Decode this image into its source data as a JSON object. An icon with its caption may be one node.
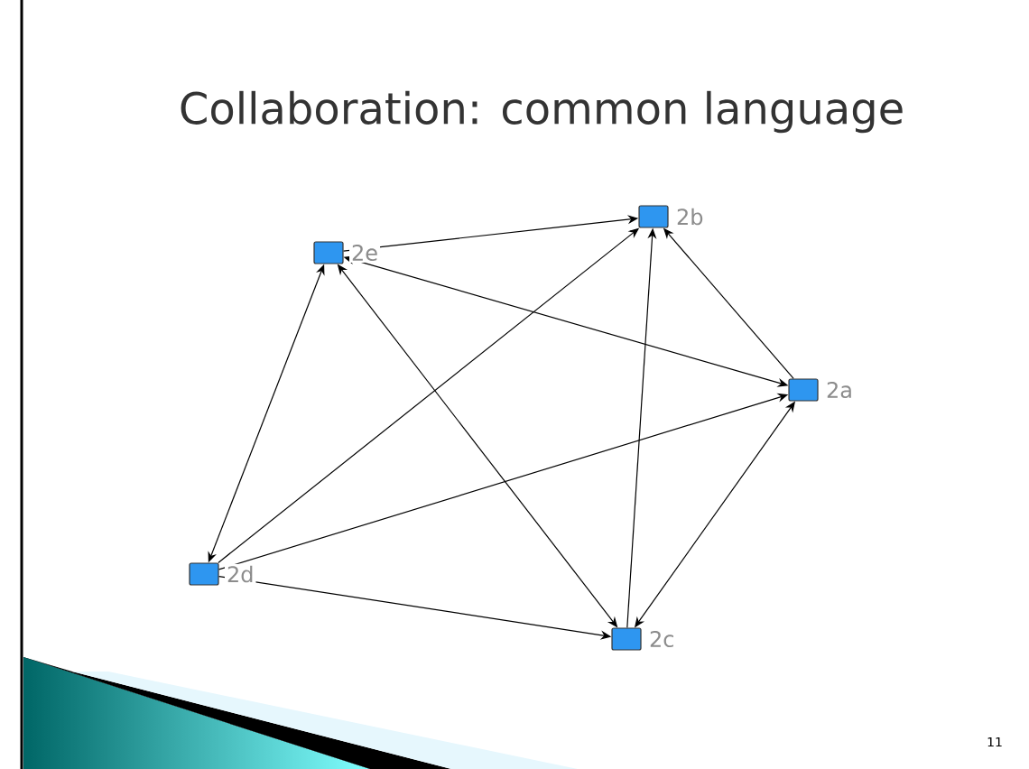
{
  "diagram": {
    "title": "Collaboration: common language",
    "nodes": [
      {
        "text": [],
        "shape": "box",
        "beside": [
          "2b"
        ]
      },
      {
        "text": [],
        "shape": "box",
        "beside": [
          "2e"
        ]
      },
      {
        "text": [],
        "shape": "box",
        "beside": [
          "2a"
        ]
      },
      {
        "text": [],
        "shape": "box",
        "beside": [
          "2d"
        ]
      },
      {
        "text": [],
        "shape": "box",
        "beside": [
          "2c"
        ]
      }
    ],
    "edges": [
      {
        "from": 1,
        "to": 0,
        "arrow": "to"
      },
      {
        "from": 2,
        "to": 1,
        "arrow": "both"
      },
      {
        "from": 3,
        "to": 0,
        "arrow": "to"
      },
      {
        "from": 4,
        "to": 0,
        "arrow": "to"
      },
      {
        "from": 2,
        "to": 0,
        "arrow": "to"
      },
      {
        "from": 3,
        "to": 1,
        "arrow": "both"
      },
      {
        "from": 1,
        "to": 4,
        "arrow": "both"
      },
      {
        "from": 3,
        "to": 2,
        "arrow": "to"
      },
      {
        "from": 3,
        "to": 4,
        "arrow": "to"
      },
      {
        "from": 2,
        "to": 4,
        "arrow": "both"
      }
    ],
    "labels": [
      "11"
    ]
  }
}
